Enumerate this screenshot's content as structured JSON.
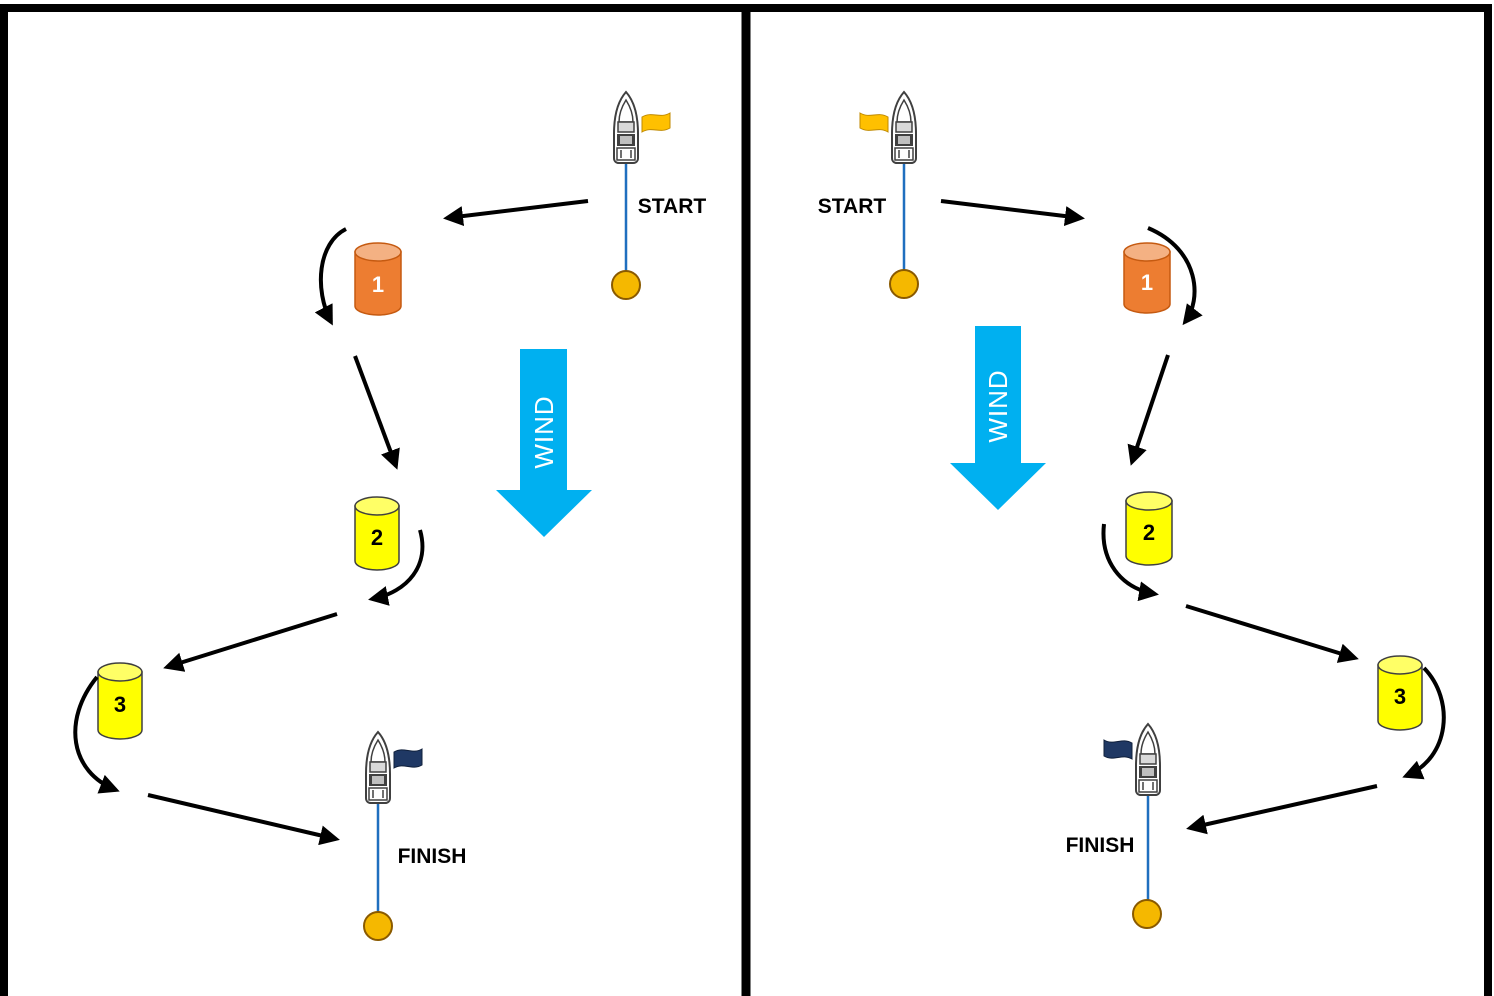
{
  "left_panel": {
    "start_label": "START",
    "finish_label": "FINISH",
    "wind_label": "WIND",
    "marks": [
      "1",
      "2",
      "3"
    ]
  },
  "right_panel": {
    "start_label": "START",
    "finish_label": "FINISH",
    "wind_label": "WIND",
    "marks": [
      "1",
      "2",
      "3"
    ]
  },
  "colors": {
    "wind_arrow": "#00b0f0",
    "mark_1": "#ed7d31",
    "mark_2_3": "#ffff00",
    "start_flag": "#ffc000",
    "finish_flag": "#1f3864",
    "line": "#1f6fbf",
    "pin_buoy": "#f5b800"
  }
}
